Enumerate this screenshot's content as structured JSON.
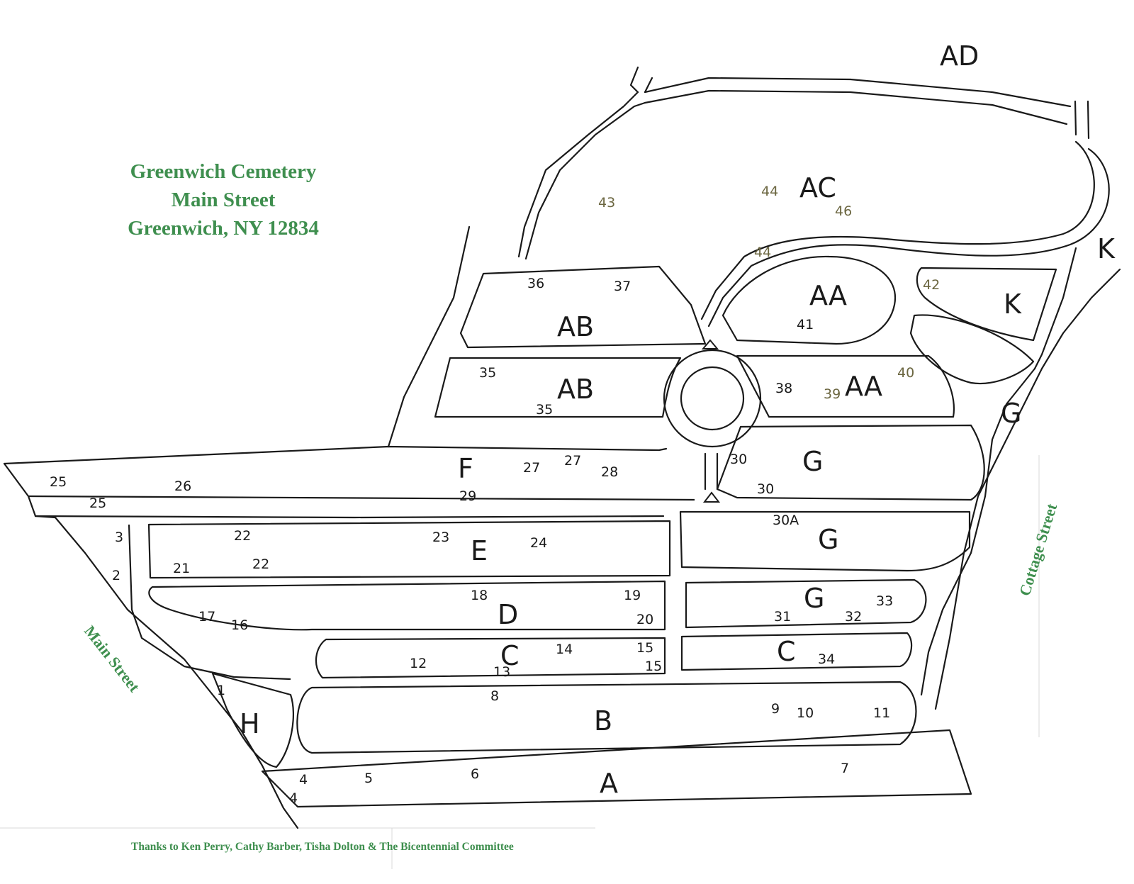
{
  "title": {
    "line1": "Greenwich Cemetery",
    "line2": "Main Street",
    "line3": "Greenwich, NY 12834"
  },
  "streets": {
    "main": "Main Street",
    "cottage": "Cottage Street"
  },
  "credits": {
    "part1": "Thanks to Ken Perry, Cathy Barber, Tisha Dolton",
    "part2": "& The Bicentennial Committee"
  },
  "sections": {
    "A": "A",
    "B": "B",
    "C_left": "C",
    "C_right": "C",
    "D": "D",
    "E": "E",
    "F": "F",
    "G_top": "G",
    "G_mid": "G",
    "G_low": "G",
    "G_road": "G",
    "H": "H",
    "AA_top": "AA",
    "AA_low": "AA",
    "AB_top": "AB",
    "AB_low": "AB",
    "AC": "AC",
    "AD": "AD",
    "K_inner": "K",
    "K_outer": "K"
  },
  "lot_numbers": {
    "n1": "1",
    "n2": "2",
    "n3": "3",
    "n4a": "4",
    "n4b": "4",
    "n5": "5",
    "n6": "6",
    "n7": "7",
    "n8": "8",
    "n9": "9",
    "n10": "10",
    "n11": "11",
    "n12": "12",
    "n13": "13",
    "n14": "14",
    "n15a": "15",
    "n15b": "15",
    "n16": "16",
    "n17": "17",
    "n18": "18",
    "n19": "19",
    "n20": "20",
    "n21": "21",
    "n22a": "22",
    "n22b": "22",
    "n23": "23",
    "n24": "24",
    "n25a": "25",
    "n25b": "25",
    "n26": "26",
    "n27a": "27",
    "n27b": "27",
    "n28": "28",
    "n29": "29",
    "n30a": "30",
    "n30b": "30",
    "n30A": "30A",
    "n31": "31",
    "n32": "32",
    "n33": "33",
    "n34": "34",
    "n35a": "35",
    "n35b": "35",
    "n36": "36",
    "n37": "37",
    "n38": "38",
    "n39": "39",
    "n40": "40",
    "n41": "41",
    "n42": "42",
    "n43": "43",
    "n44a": "44",
    "n44b": "44",
    "n46": "46"
  },
  "colors": {
    "title_green": "#3f8f4f",
    "ink": "#1a1a1a"
  }
}
